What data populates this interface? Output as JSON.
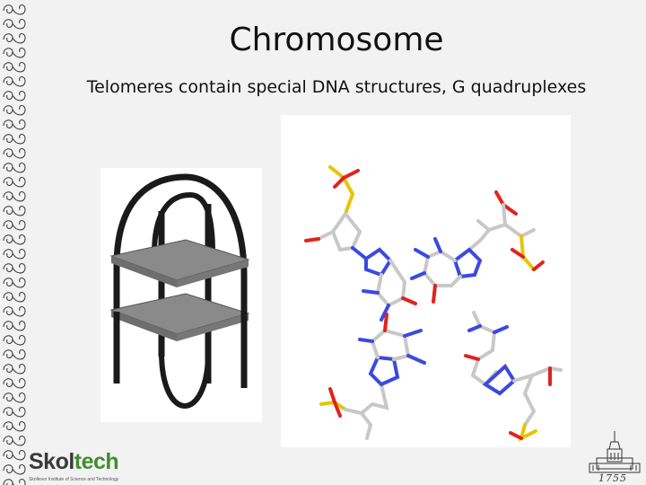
{
  "slide": {
    "title": "Chromosome",
    "subtitle": "Telomeres contain special DNA structures, G quadruplexes"
  },
  "logo": {
    "name_prefix": "Skol",
    "name_suffix": "tech",
    "caption": "Skolkovo Institute of Science and Technology"
  },
  "emblem": {
    "year": "1755"
  },
  "colors": {
    "background": "#f2f2f2",
    "logo_accent": "#3f8d2f",
    "tetrad_gray": "#8a8a8a",
    "oxygen": "#e0231c",
    "nitrogen": "#3a4ae0",
    "phosphorus": "#e8c400",
    "carbon": "#c8c8c8"
  }
}
